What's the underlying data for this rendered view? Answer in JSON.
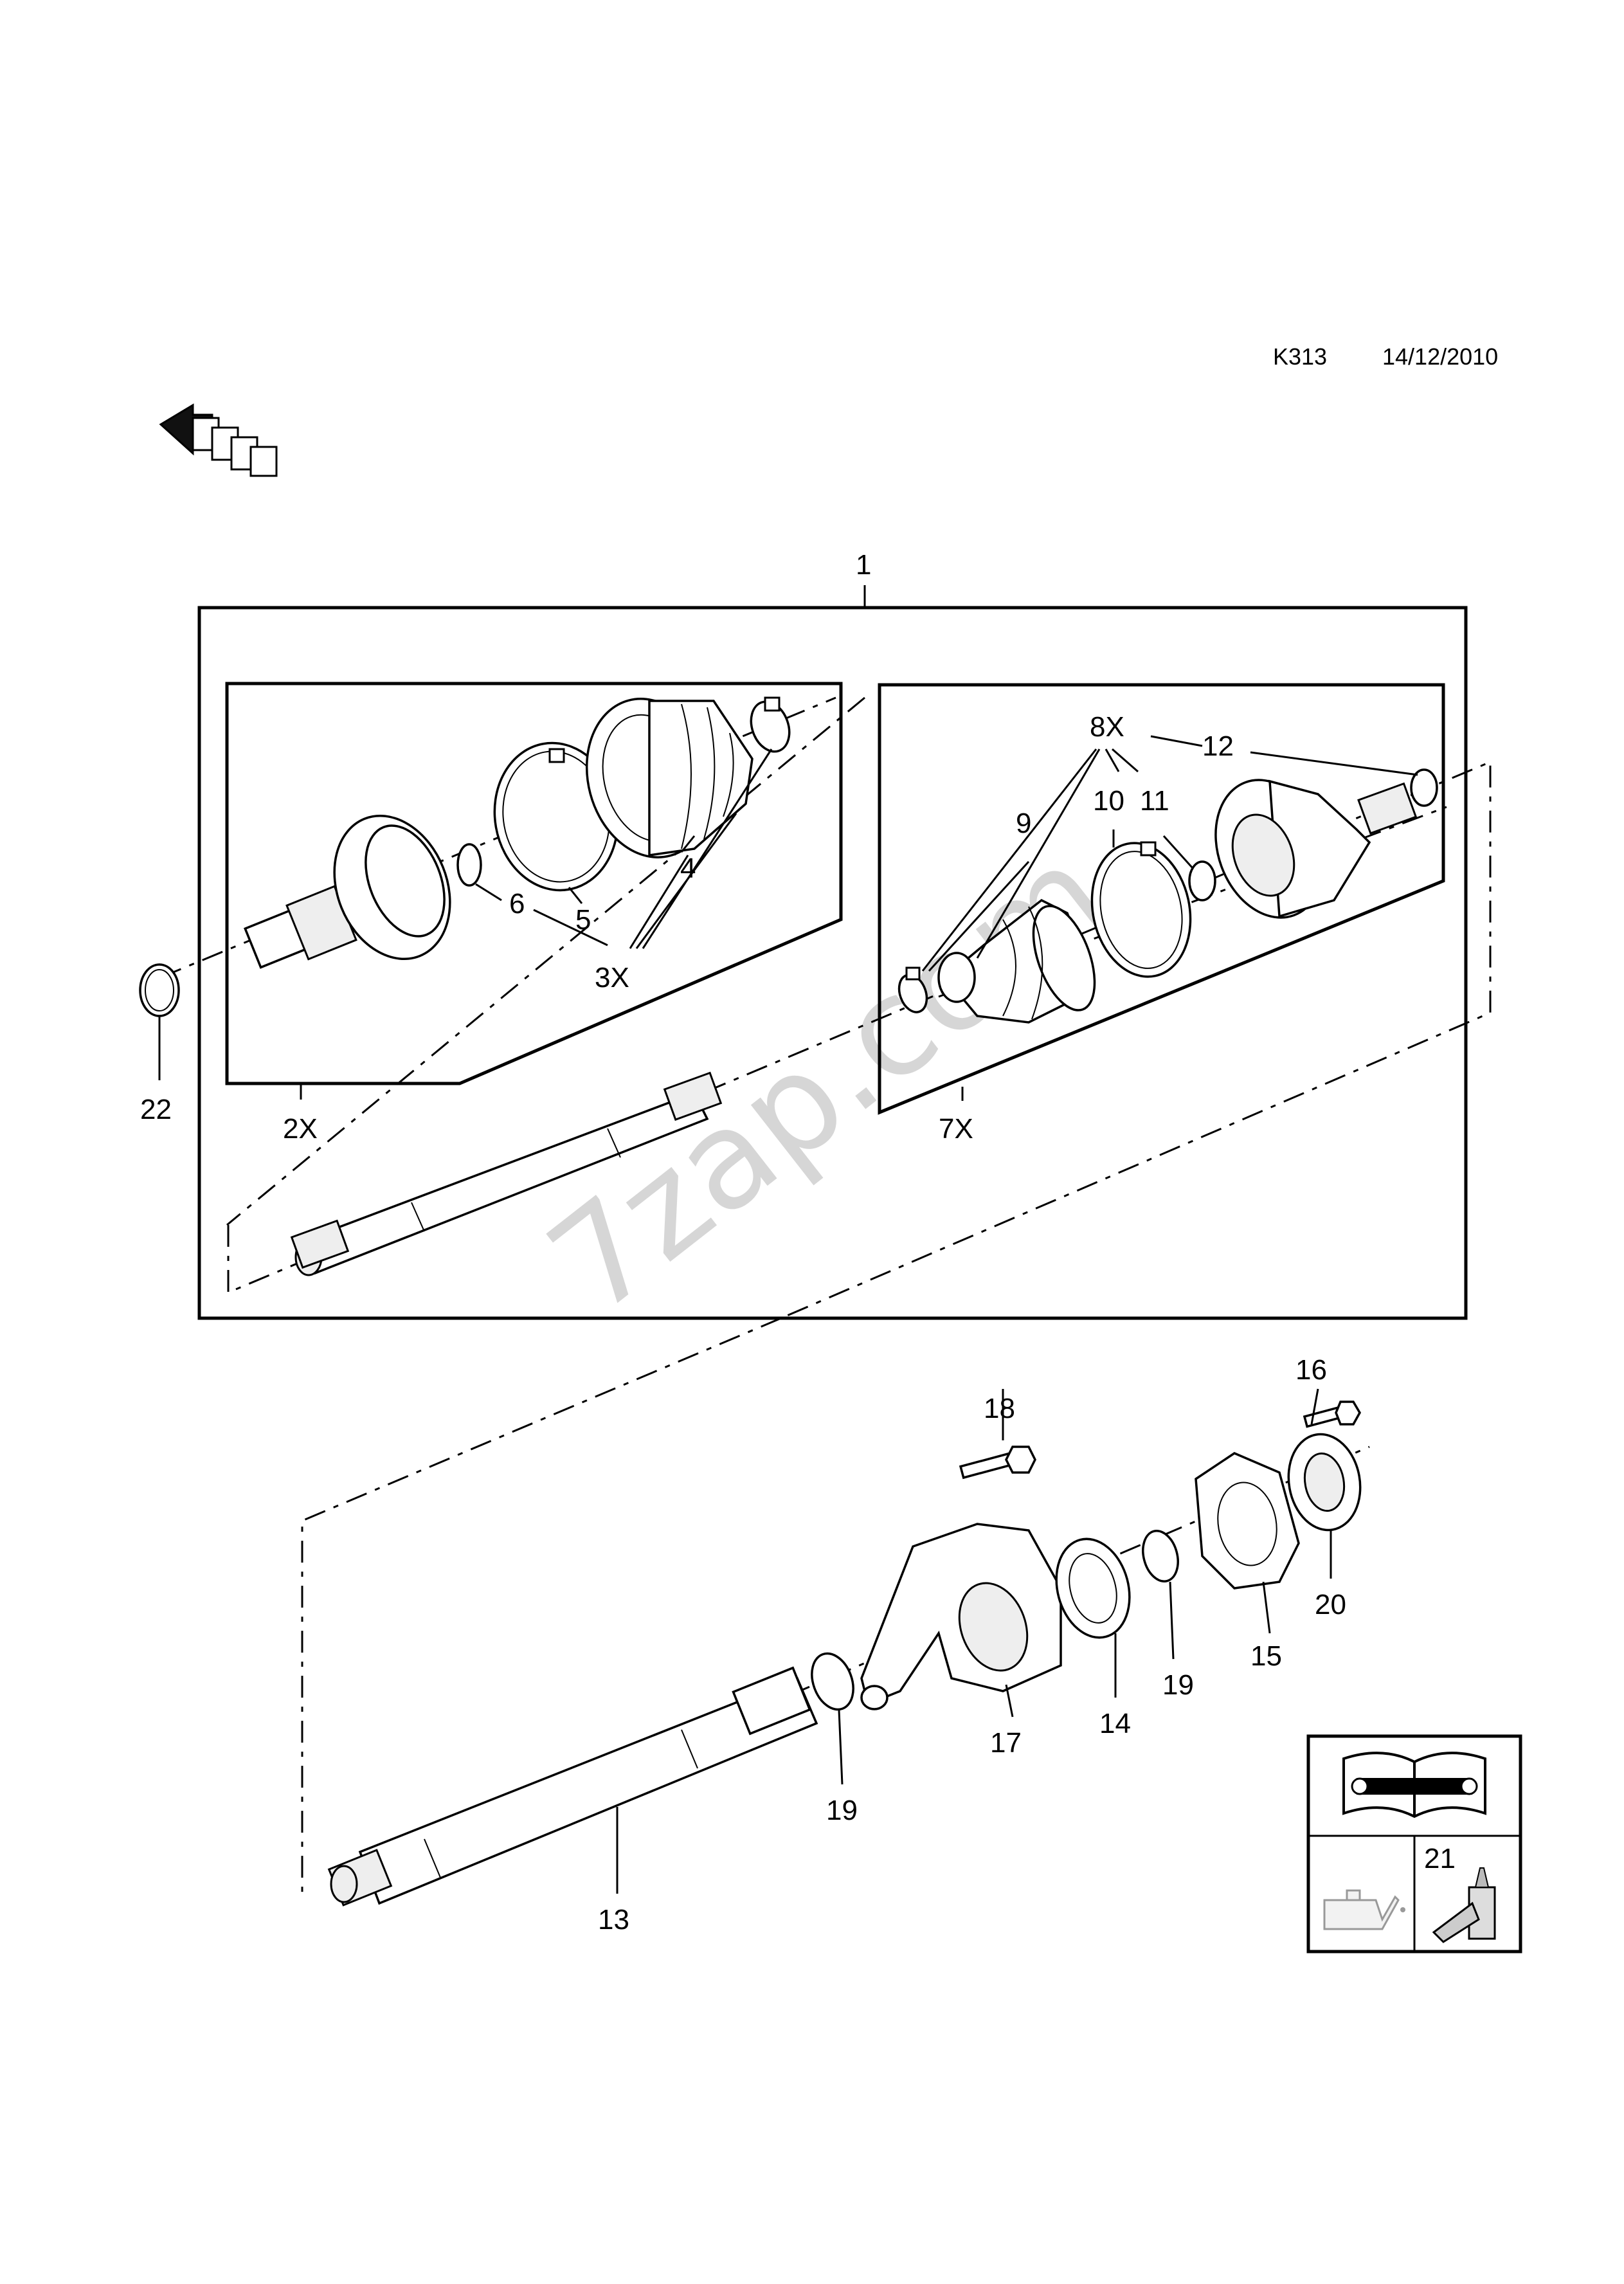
{
  "header": {
    "code": "K313",
    "date": "14/12/2010"
  },
  "watermark": "7zap.com",
  "callouts": {
    "c1": "1",
    "c2x": "2X",
    "c3x": "3X",
    "c4": "4",
    "c5": "5",
    "c6": "6",
    "c7x": "7X",
    "c8x": "8X",
    "c9": "9",
    "c10": "10",
    "c11": "11",
    "c12": "12",
    "c13": "13",
    "c14": "14",
    "c15": "15",
    "c16": "16",
    "c17": "17",
    "c18": "18",
    "c19a": "19",
    "c19b": "19",
    "c20": "20",
    "c21": "21",
    "c22": "22"
  },
  "icons": {
    "front_arrow": "front-arrow-icon",
    "manual": "service-manual-icon",
    "oil": "oil-can-icon",
    "sealant": "sealant-bottle-icon"
  }
}
